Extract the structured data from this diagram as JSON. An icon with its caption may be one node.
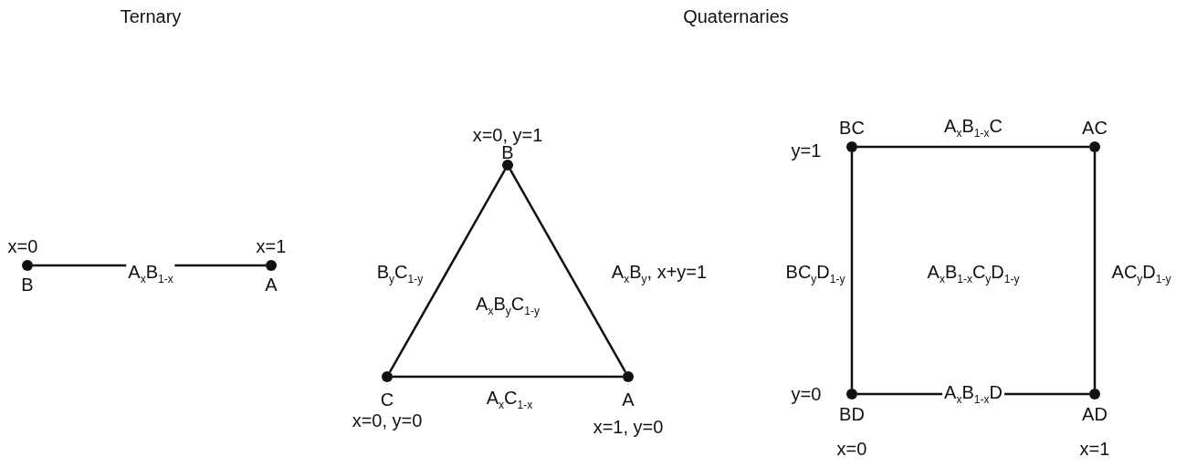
{
  "diagram": {
    "nodes": [
      {
        "text": [
          "x=0",
          "B"
        ]
      },
      {
        "text": [
          "x=1",
          "A"
        ]
      },
      {
        "text": [
          "x=0, y=1",
          "B"
        ]
      },
      {
        "text": [
          "C",
          "x=0, y=0"
        ]
      },
      {
        "text": [
          "A",
          "x=1, y=0"
        ]
      },
      {
        "text": [
          "BC"
        ],
        "beside": [
          "y=1"
        ]
      },
      {
        "text": [
          "AC"
        ]
      },
      {
        "text": [
          "BD",
          "x=0"
        ],
        "beside": [
          "y=0"
        ]
      },
      {
        "text": [
          "AD",
          "x=1"
        ]
      }
    ],
    "edges": [
      {
        "from": 0,
        "to": 1,
        "arrow": "none",
        "label": "A$_{x}$B$_{1-x}$"
      },
      {
        "from": 2,
        "to": 3,
        "arrow": "none",
        "label": "B$_{y}$C$_{1-y}$"
      },
      {
        "from": 2,
        "to": 4,
        "arrow": "none",
        "label": "A$_{x}$B$_{y}$, x+y=1"
      },
      {
        "from": 3,
        "to": 4,
        "arrow": "none",
        "label": "A$_{x}$C$_{1-x}$"
      },
      {
        "from": 5,
        "to": 6,
        "arrow": "none",
        "label": "A$_{x}$B$_{1-x}$C"
      },
      {
        "from": 5,
        "to": 7,
        "arrow": "none",
        "label": "BC$_{y}$D$_{1-y}$"
      },
      {
        "from": 6,
        "to": 8,
        "arrow": "none",
        "label": "AC$_{y}$D$_{1-y}$"
      },
      {
        "from": 7,
        "to": 8,
        "arrow": "none",
        "label": "A$_{x}$B$_{1-x}$D"
      }
    ],
    "labels": [
      "Ternary",
      "Quaternaries",
      "A$_{x}$B$_{y}$C$_{1-y}$",
      "A$_{x}$B$_{1-x}$C$_{y}$D$_{1-y}$"
    ]
  }
}
